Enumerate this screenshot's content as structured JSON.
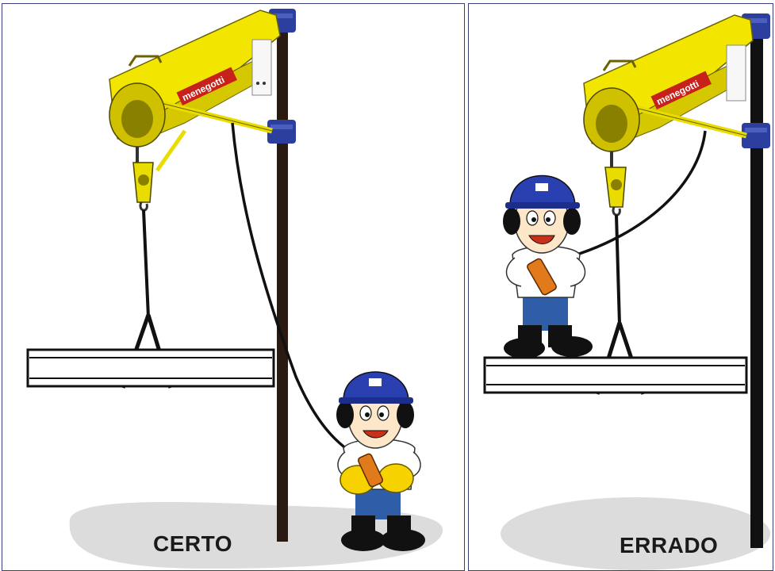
{
  "panels": {
    "left": {
      "caption": "CERTO"
    },
    "right": {
      "caption": "ERRADO"
    }
  },
  "hoist": {
    "brand_text": "menegotti"
  },
  "colors": {
    "hoist_yellow": "#f2e600",
    "hoist_shadow": "#b8a800",
    "clamp_blue": "#2c3f9e",
    "post": "#2a1a12",
    "hard_hat": "#2a3fb0",
    "vest": "#ffffff",
    "jeans": "#2f5da8",
    "gloves": "#f6d300",
    "control": "#e07a1a",
    "shadow": "#dcdcdc",
    "border": "#3a3f7a"
  }
}
